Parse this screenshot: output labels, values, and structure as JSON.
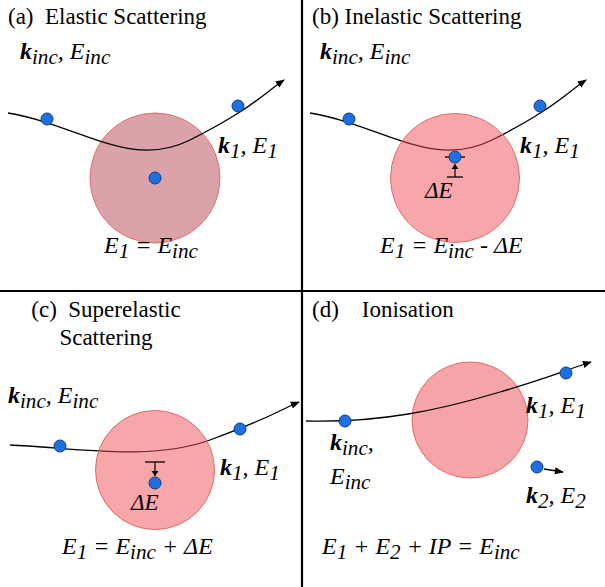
{
  "diagram": {
    "nodes": [
      {
        "text": [
          "ΔE"
        ]
      },
      {
        "text": [
          "ΔE"
        ]
      }
    ],
    "labels": [
      "(a)  Elastic Scattering",
      "(b) Inelastic Scattering",
      "(c)  Superelastic Scattering",
      "(d)    Ionisation",
      "k",
      "inc",
      ", E",
      "inc",
      "k",
      "1",
      ", E",
      "1",
      "E",
      "1",
      " = E",
      "inc",
      "k",
      "inc",
      ", E",
      "inc",
      "k",
      "1",
      ", E",
      "1",
      "E",
      "1",
      " = E",
      "inc",
      " - ΔE",
      "k",
      "inc",
      ", E",
      "inc",
      "k",
      "1",
      ", E",
      "1",
      "E",
      "1",
      " = E",
      "inc",
      " + ΔE",
      "k",
      "inc",
      ",",
      "E",
      "inc",
      "k",
      "1",
      ", E",
      "1",
      "k",
      "2",
      ", E",
      "2",
      "E",
      "1",
      " + E",
      "2",
      " + IP = E",
      "inc"
    ]
  }
}
